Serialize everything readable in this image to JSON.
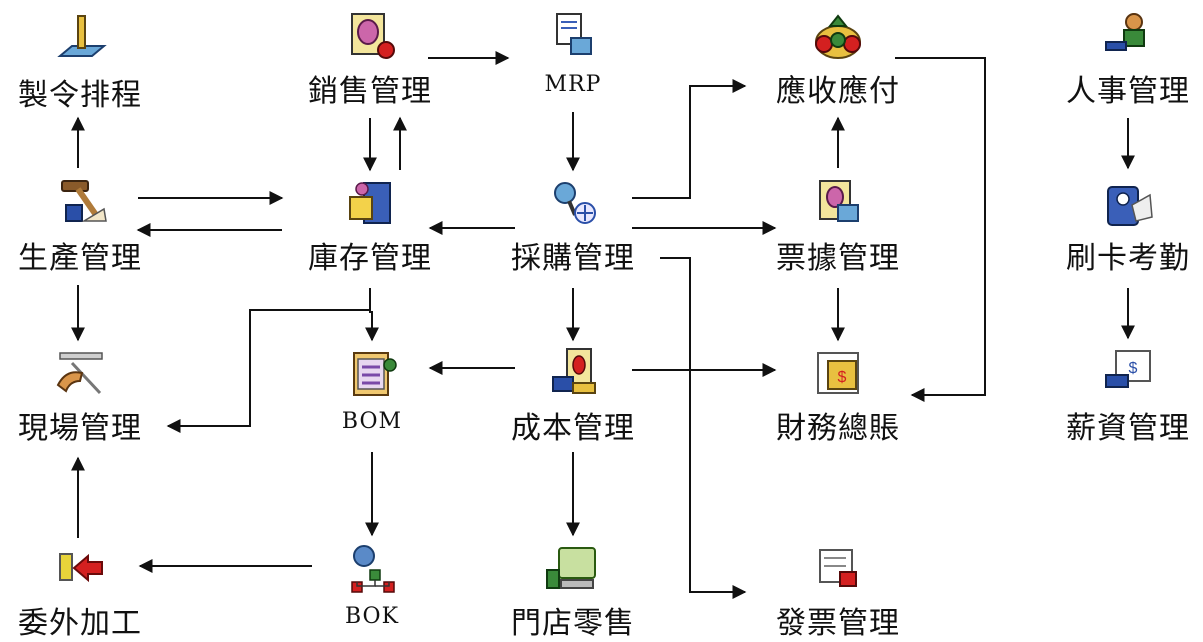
{
  "nodes": {
    "zhiling": {
      "label": "製令排程",
      "icon": "scheduling-icon"
    },
    "shengchan": {
      "label": "生產管理",
      "icon": "hammer-icon"
    },
    "xianchang": {
      "label": "現場管理",
      "icon": "tools-hand-icon"
    },
    "weiwai": {
      "label": "委外加工",
      "icon": "outsourcing-icon"
    },
    "xiaoshou": {
      "label": "銷售管理",
      "icon": "sales-icon"
    },
    "kucun": {
      "label": "庫存管理",
      "icon": "inventory-icon"
    },
    "bom": {
      "label": "BOM",
      "icon": "clipboard-icon"
    },
    "bok": {
      "label": "BOK",
      "icon": "structure-icon"
    },
    "mrp": {
      "label": "MRP",
      "icon": "mrp-icon"
    },
    "caigou": {
      "label": "採購管理",
      "icon": "purchase-icon"
    },
    "chengben": {
      "label": "成本管理",
      "icon": "cost-icon"
    },
    "mendian": {
      "label": "門店零售",
      "icon": "pos-icon"
    },
    "yingshou": {
      "label": "應收應付",
      "icon": "money-bag-icon"
    },
    "piaoju": {
      "label": "票據管理",
      "icon": "bill-icon"
    },
    "caiwu": {
      "label": "財務總賬",
      "icon": "ledger-icon"
    },
    "fapiao": {
      "label": "發票管理",
      "icon": "invoice-icon"
    },
    "renshi": {
      "label": "人事管理",
      "icon": "person-icon"
    },
    "shuaka": {
      "label": "刷卡考勤",
      "icon": "card-icon"
    },
    "xinzi": {
      "label": "薪資管理",
      "icon": "salary-icon"
    }
  },
  "colors": {
    "arrow": "#111111",
    "accent_red": "#d42020",
    "accent_blue": "#2a4fa8",
    "accent_yellow": "#e8c040"
  }
}
